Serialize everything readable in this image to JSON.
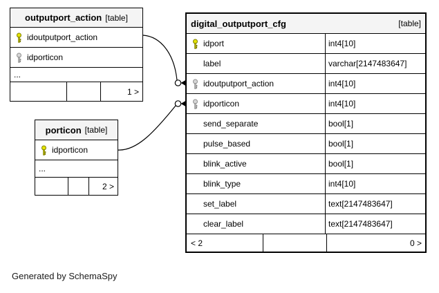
{
  "canvas": {
    "generated_by": "Generated by SchemaSpy"
  },
  "colors": {
    "primary_key": "#e4e400",
    "foreign_key": "#d6d6d6",
    "header_bg": "#f4f4f4",
    "border": "#000000",
    "background": "#ffffff"
  },
  "tables": {
    "outputport_action": {
      "title": "outputport_action",
      "tag": "[table]",
      "columns": [
        {
          "name": "idoutputport_action",
          "key": "primary"
        },
        {
          "name": "idporticon",
          "key": "foreign"
        }
      ],
      "ellipsis": "...",
      "footer": {
        "left": "",
        "middle": "",
        "right": "1 >"
      }
    },
    "porticon": {
      "title": "porticon",
      "tag": "[table]",
      "columns": [
        {
          "name": "idporticon",
          "key": "primary"
        }
      ],
      "ellipsis": "...",
      "footer": {
        "left": "",
        "middle": "",
        "right": "2 >"
      }
    },
    "digital_outputport_cfg": {
      "title": "digital_outputport_cfg",
      "tag": "[table]",
      "columns": [
        {
          "name": "idport",
          "type": "int4[10]",
          "key": "primary"
        },
        {
          "name": "label",
          "type": "varchar[2147483647]",
          "key": "none"
        },
        {
          "name": "idoutputport_action",
          "type": "int4[10]",
          "key": "foreign"
        },
        {
          "name": "idporticon",
          "type": "int4[10]",
          "key": "foreign"
        },
        {
          "name": "send_separate",
          "type": "bool[1]",
          "key": "none"
        },
        {
          "name": "pulse_based",
          "type": "bool[1]",
          "key": "none"
        },
        {
          "name": "blink_active",
          "type": "bool[1]",
          "key": "none"
        },
        {
          "name": "blink_type",
          "type": "int4[10]",
          "key": "none"
        },
        {
          "name": "set_label",
          "type": "text[2147483647]",
          "key": "none"
        },
        {
          "name": "clear_label",
          "type": "text[2147483647]",
          "key": "none"
        }
      ],
      "footer": {
        "left": "< 2",
        "middle": "",
        "right": "0 >"
      }
    }
  },
  "relationships": [
    {
      "from": "outputport_action.idoutputport_action",
      "to": "digital_outputport_cfg.idoutputport_action"
    },
    {
      "from": "porticon.idporticon",
      "to": "digital_outputport_cfg.idporticon"
    }
  ]
}
